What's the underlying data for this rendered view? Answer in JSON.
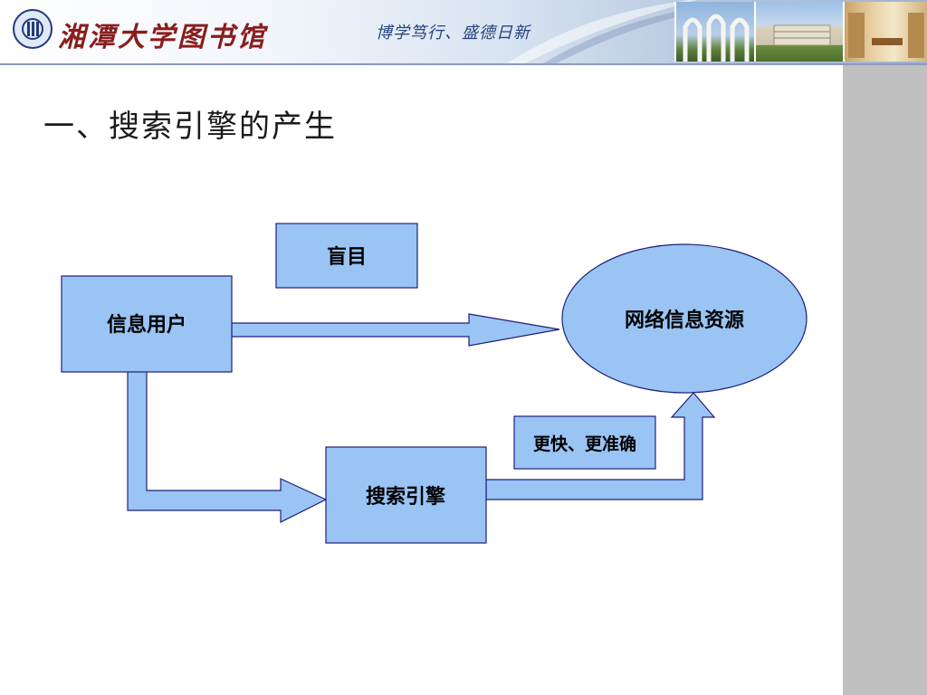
{
  "header": {
    "title": "湘潭大学图书馆",
    "motto": "博学笃行、盛德日新",
    "logo_icon": "university-seal-icon"
  },
  "slide": {
    "title": "一、搜索引擎的产生"
  },
  "diagram": {
    "nodes": {
      "user": "信息用户",
      "blind": "盲目",
      "resource": "网络信息资源",
      "engine": "搜索引擎",
      "faster": "更快、更准确"
    },
    "colors": {
      "fill": "#99c4f3",
      "stroke": "#1f1f7a",
      "sidebar": "#c0c0c0"
    }
  }
}
